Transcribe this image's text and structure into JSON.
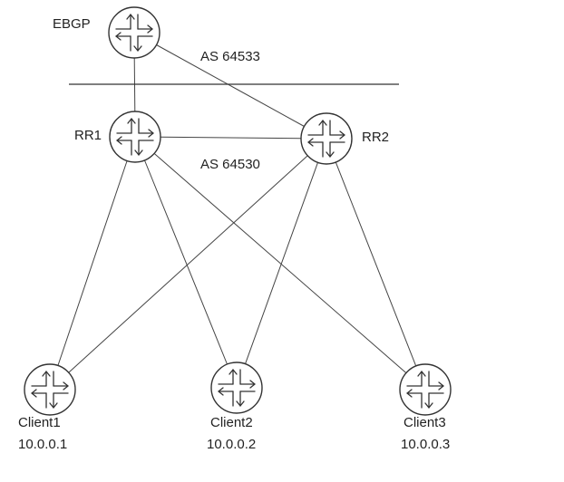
{
  "areas": {
    "upper_as": "AS 64533",
    "lower_as": "AS 64530"
  },
  "routers": {
    "ebgp": {
      "label": "EBGP",
      "icon": "router-icon"
    },
    "rr1": {
      "label": "RR1",
      "icon": "router-icon"
    },
    "rr2": {
      "label": "RR2",
      "icon": "router-icon"
    },
    "client1": {
      "label": "Client1",
      "address": "10.0.0.1",
      "icon": "router-icon"
    },
    "client2": {
      "label": "Client2",
      "address": "10.0.0.2",
      "icon": "router-icon"
    },
    "client3": {
      "label": "Client3",
      "address": "10.0.0.3",
      "icon": "router-icon"
    }
  },
  "links": [
    [
      "ebgp",
      "rr1"
    ],
    [
      "ebgp",
      "rr2"
    ],
    [
      "rr1",
      "rr2"
    ],
    [
      "rr1",
      "client1"
    ],
    [
      "rr1",
      "client2"
    ],
    [
      "rr1",
      "client3"
    ],
    [
      "rr2",
      "client1"
    ],
    [
      "rr2",
      "client2"
    ],
    [
      "rr2",
      "client3"
    ]
  ],
  "colors": {
    "line": "#444444",
    "icon_stroke": "#333333",
    "background": "#ffffff"
  }
}
